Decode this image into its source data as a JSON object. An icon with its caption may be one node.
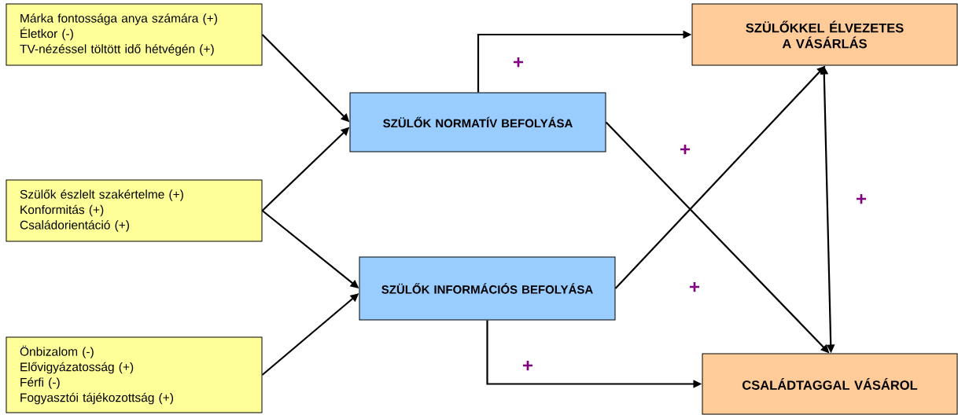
{
  "diagram": {
    "nodes": [
      {
        "text": [
          "Márka fontossága anya számára (+)",
          "Életkor (-)",
          "TV-nézéssel töltött idő hétvégén (+)"
        ]
      },
      {
        "text": [
          "Szülők észlelt szakértelme (+)",
          "Konformitás (+)",
          "Családorientáció (+)"
        ]
      },
      {
        "text": [
          "Önbizalom (-)",
          "Elővigyázatosság (+)",
          "Férfi (-)",
          "Fogyasztói tájékozottság (+)"
        ]
      },
      {
        "text": [
          "SZÜLŐK NORMATÍV BEFOLYÁSA"
        ]
      },
      {
        "text": [
          "SZÜLŐK INFORMÁCIÓS BEFOLYÁSA"
        ]
      },
      {
        "text": [
          "SZÜLŐKKEL ÉLVEZETES A VÁSÁRLÁS"
        ]
      },
      {
        "text": [
          "CSALÁDTAGGAL VÁSÁROL"
        ]
      }
    ],
    "edges": [
      {
        "from": 0,
        "to": 3,
        "arrow": "to"
      },
      {
        "from": 1,
        "to": 3,
        "arrow": "to"
      },
      {
        "from": 1,
        "to": 4,
        "arrow": "to"
      },
      {
        "from": 2,
        "to": 4,
        "arrow": "to"
      },
      {
        "from": 3,
        "to": 5,
        "arrow": "to",
        "label": "+"
      },
      {
        "from": 3,
        "to": 6,
        "arrow": "to",
        "label": "+"
      },
      {
        "from": 4,
        "to": 5,
        "arrow": "to",
        "label": "+"
      },
      {
        "from": 4,
        "to": 6,
        "arrow": "to",
        "label": "+"
      },
      {
        "from": 5,
        "to": 6,
        "arrow": "both",
        "label": "+"
      }
    ]
  }
}
